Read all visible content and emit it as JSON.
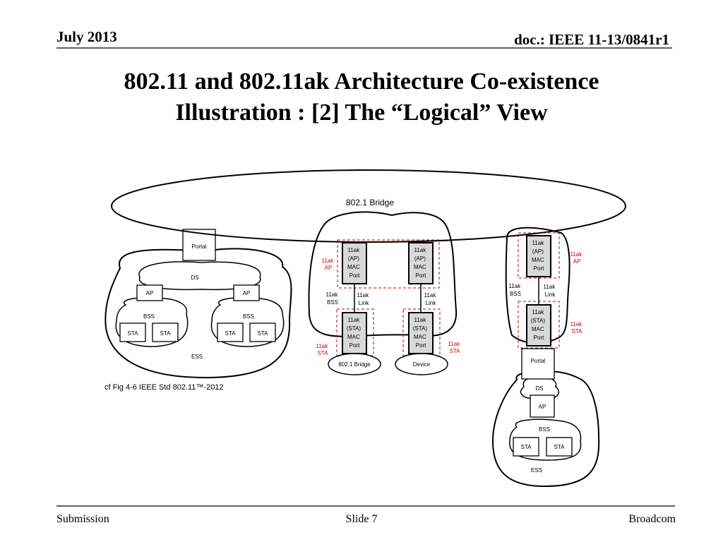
{
  "header": {
    "date": "July 2013",
    "doc": "doc.: IEEE 11-13/0841r1"
  },
  "title": {
    "line1": "802.11 and 802.11ak Architecture Co-existence",
    "line2": "Illustration : [2] The “Logical” View"
  },
  "footer": {
    "left": "Submission",
    "center": "Slide 7",
    "right": "Broadcom"
  },
  "diagram": {
    "bridge": "802.1 Bridge",
    "left_ess": {
      "portal": "Portal",
      "ds": "DS",
      "ap_left": "AP",
      "ap_right": "AP",
      "bss_left": "BSS",
      "bss_right": "BSS",
      "sta1": "STA",
      "sta2": "STA",
      "sta3": "STA",
      "sta4": "STA",
      "ess": "ESS",
      "caption": "cf Fig 4-6 IEEE Std 802.11™-2012"
    },
    "center": {
      "ap_port_l": [
        "11ak",
        "(AP)",
        "MAC",
        "Port"
      ],
      "ap_port_r": [
        "11ak",
        "(AP)",
        "MAC",
        "Port"
      ],
      "sta_port_l": [
        "11ak",
        "(STA)",
        "MAC",
        "Port"
      ],
      "sta_port_r": [
        "11ak",
        "(STA)",
        "MAC",
        "Port"
      ],
      "ap_tag": [
        "11ak",
        "AP"
      ],
      "bss": [
        "11ak",
        "BSS"
      ],
      "link_l": [
        "11ak",
        "Link"
      ],
      "link_r": [
        "11ak",
        "Link"
      ],
      "sta_tag_l": [
        "11ak",
        "STA"
      ],
      "sta_tag_r": [
        "11ak",
        "STA"
      ],
      "bridge_small": "802.1 Bridge",
      "device": "Device"
    },
    "right": {
      "ap_port": [
        "11ak",
        "(AP)",
        "MAC",
        "Port"
      ],
      "sta_port": [
        "11ak",
        "(STA)",
        "MAC",
        "Port"
      ],
      "ap_tag": [
        "11ak",
        "AP"
      ],
      "bss": [
        "11ak",
        "BSS"
      ],
      "link": [
        "11ak",
        "Link"
      ],
      "sta_tag": [
        "11ak",
        "STA"
      ],
      "portal": "Portal",
      "ds": "DS",
      "ap": "AP",
      "bss_label": "BSS",
      "sta1": "STA",
      "sta2": "STA",
      "ess": "ESS"
    },
    "colors": {
      "accent_red": "#cc0000",
      "port_fill": "#d9d9d9"
    }
  }
}
